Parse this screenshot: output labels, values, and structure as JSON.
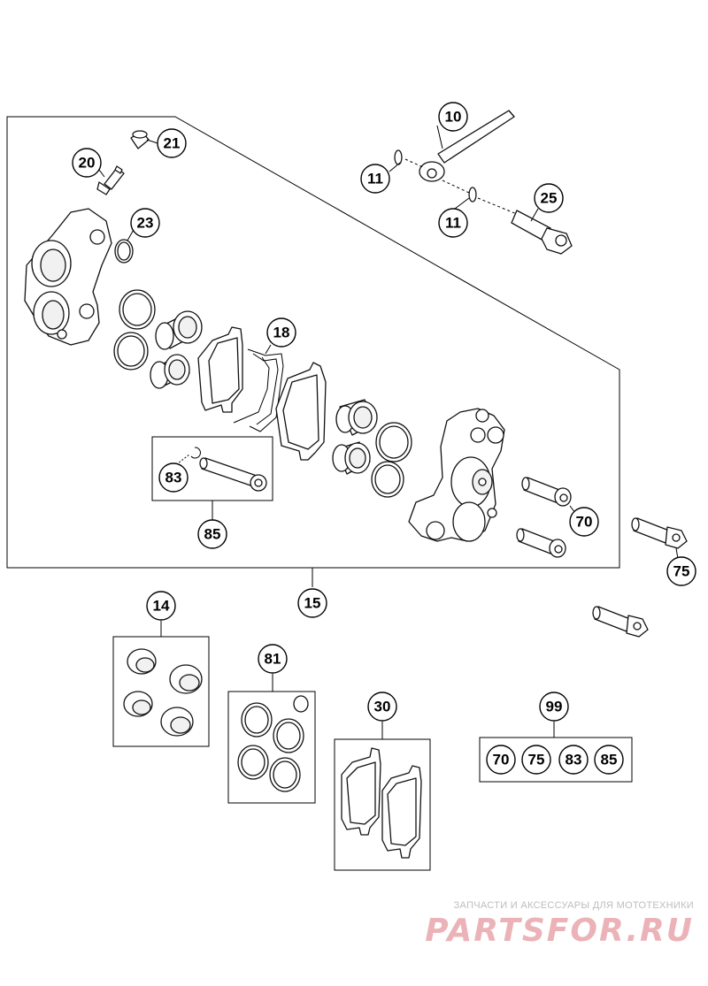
{
  "callouts": {
    "c10": "10",
    "c11a": "11",
    "c11b": "11",
    "c14": "14",
    "c15": "15",
    "c18": "18",
    "c20": "20",
    "c21": "21",
    "c23": "23",
    "c25": "25",
    "c30": "30",
    "c70": "70",
    "c75": "75",
    "c81": "81",
    "c83": "83",
    "c85": "85",
    "c99": "99",
    "kit99": [
      "70",
      "75",
      "83",
      "85"
    ]
  },
  "watermark": {
    "tagline": "ЗАПЧАСТИ И АКСЕССУАРЫ ДЛЯ МОТОТЕХНИКИ",
    "logo": "PARTSFOR.RU"
  }
}
